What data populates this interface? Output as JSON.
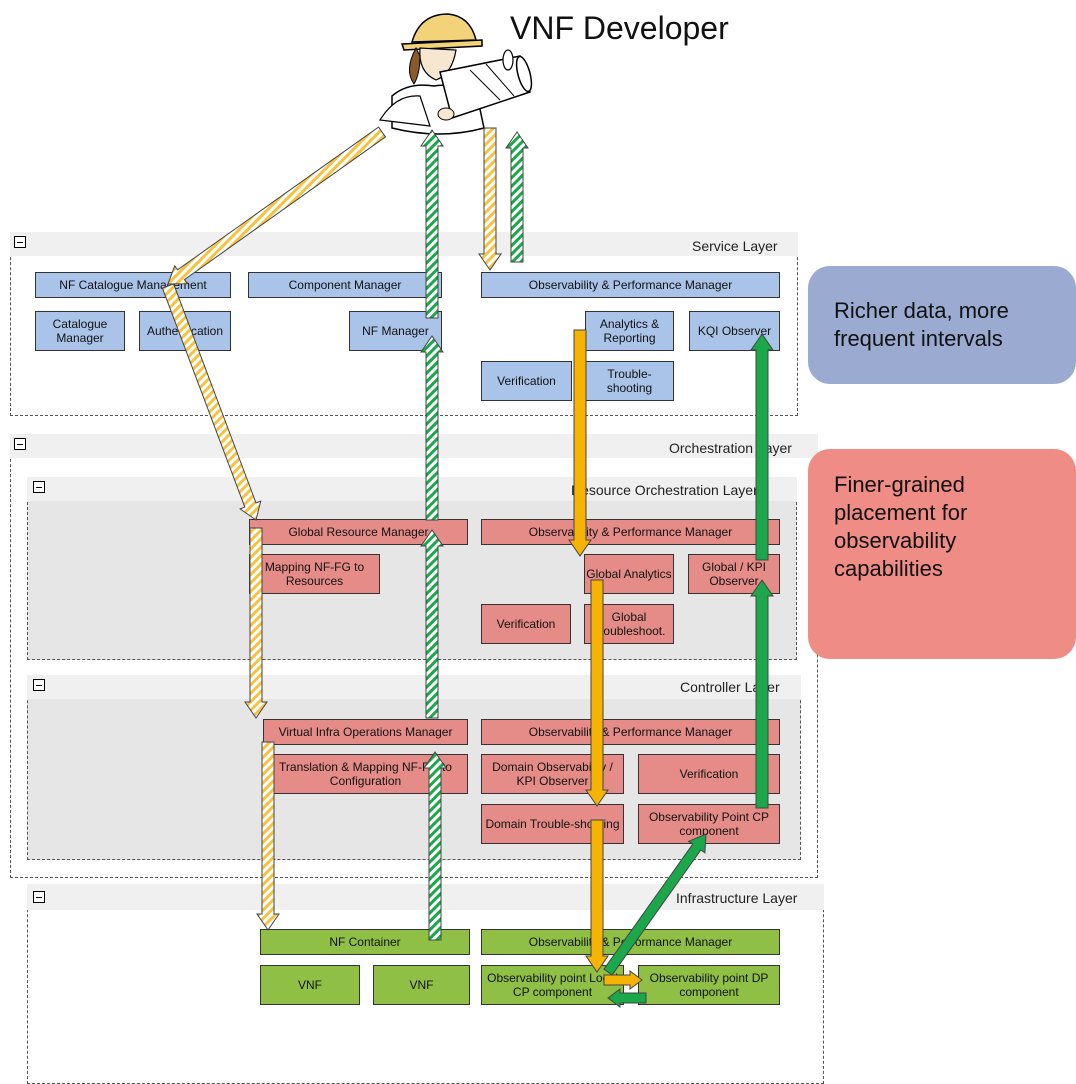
{
  "actor": {
    "title": "VNF Developer",
    "icon": "developer-figure-icon"
  },
  "layers": {
    "service": "Service Layer",
    "orchestration": "Orchestration Layer",
    "resource_orchestration": "Resource Orchestration Layer",
    "controller": "Controller Layer",
    "infrastructure": "Infrastructure Layer"
  },
  "service": {
    "nf_catalogue_management": "NF Catalogue Management",
    "component_manager": "Component Manager",
    "observability_performance_manager": "Observability & Performance Manager",
    "catalogue_manager": "Catalogue Manager",
    "authentication": "Authentication",
    "nf_manager": "NF Manager",
    "analytics_reporting": "Analytics & Reporting",
    "kqi_observer": "KQI Observer",
    "verification": "Verification",
    "troubleshooting": "Trouble-shooting"
  },
  "resource_orchestration": {
    "global_resource_manager": "Global Resource Manager",
    "observability_performance_manager": "Observability & Performance Manager",
    "mapping": "Mapping NF-FG to Resources",
    "global_analytics": "Global Analytics",
    "global_kpi_observer": "Global / KPI Observer",
    "verification": "Verification",
    "global_troubleshoot": "Global Troubleshoot."
  },
  "controller": {
    "virtual_infra_operations_manager": "Virtual Infra Operations Manager",
    "observability_performance_manager": "Observability & Performance Manager",
    "translation_mapping": "Translation & Mapping NF-FG to Configuration",
    "domain_observability": "Domain Observability / KPI Observer",
    "verification": "Verification",
    "domain_troubleshooting": "Domain Trouble-shooting",
    "observability_point_cp": "Observability Point CP component"
  },
  "infrastructure": {
    "nf_container": "NF Container",
    "observability_performance_manager": "Observability & Performance Manager",
    "vnf_1": "VNF",
    "vnf_2": "VNF",
    "observability_point_local_cp": "Observability point Local CP component",
    "observability_point_dp": "Observability point DP component"
  },
  "callouts": {
    "richer_data": "Richer data, more frequent intervals",
    "finer_grained": "Finer-grained placement for observability capabilities"
  },
  "colors": {
    "service_box": "#a9c4e8",
    "orchestration_box": "#e58c88",
    "infrastructure_box": "#8fbf45",
    "callout_blue": "#9aaad0",
    "callout_red": "#ee8c85",
    "arrow_yellow": "#f5c242",
    "arrow_green": "#1aa84a",
    "arrow_orange": "#f6b400"
  }
}
